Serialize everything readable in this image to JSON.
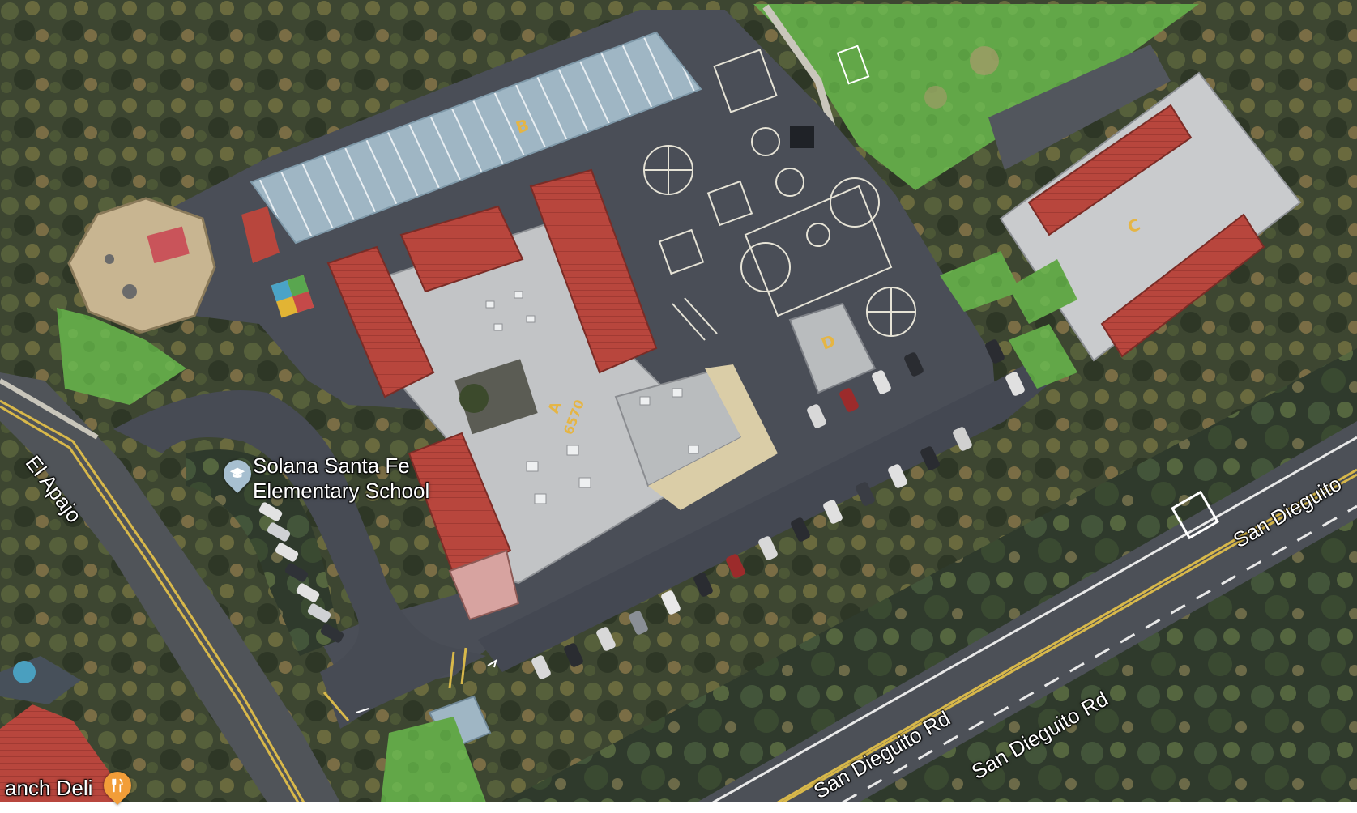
{
  "map": {
    "view": "satellite",
    "labels": {
      "school": {
        "line1": "Solana Santa Fe",
        "line2": "Elementary School",
        "icon": "school-graduation-cap-icon",
        "pin_color": "#a7bfd0"
      },
      "deli": {
        "text": "anch Deli",
        "icon": "restaurant-fork-knife-icon",
        "pin_color": "#f29d38"
      },
      "roads": {
        "el_apajo": "El Apajo",
        "san_dieguito_main": "San Dieguito Rd",
        "san_dieguito_lower": "San Dieguito Rd",
        "san_dieguito_upper": "San Dieguito"
      },
      "building_letters": {
        "A": "A",
        "A_number": "6570",
        "B": "B",
        "C": "C",
        "D": "D"
      }
    },
    "colors": {
      "asphalt": "#4a4e57",
      "red_roof": "#b8463d",
      "grey_roof": "#c2c4c6",
      "lawn": "#5fa546",
      "trees": "#3f4a2c",
      "court_lines": "#e6e3d6",
      "road_yellow": "#d8b84a"
    }
  }
}
